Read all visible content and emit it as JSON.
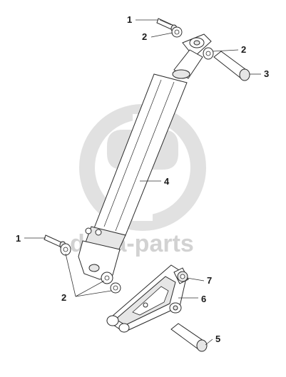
{
  "watermark": {
    "brand_text": "delta-parts"
  },
  "callouts": {
    "top_screw": "1",
    "top_washer_left": "2",
    "top_washer_right": "2",
    "top_pin": "3",
    "damper_body": "4",
    "bottom_screw": "1",
    "bottom_washers": "2",
    "bracket_pin": "5",
    "bracket": "6",
    "bracket_bushing": "7"
  },
  "colors": {
    "line": "#2a2a2a",
    "watermark": "#d2d2d2",
    "background": "#ffffff"
  }
}
